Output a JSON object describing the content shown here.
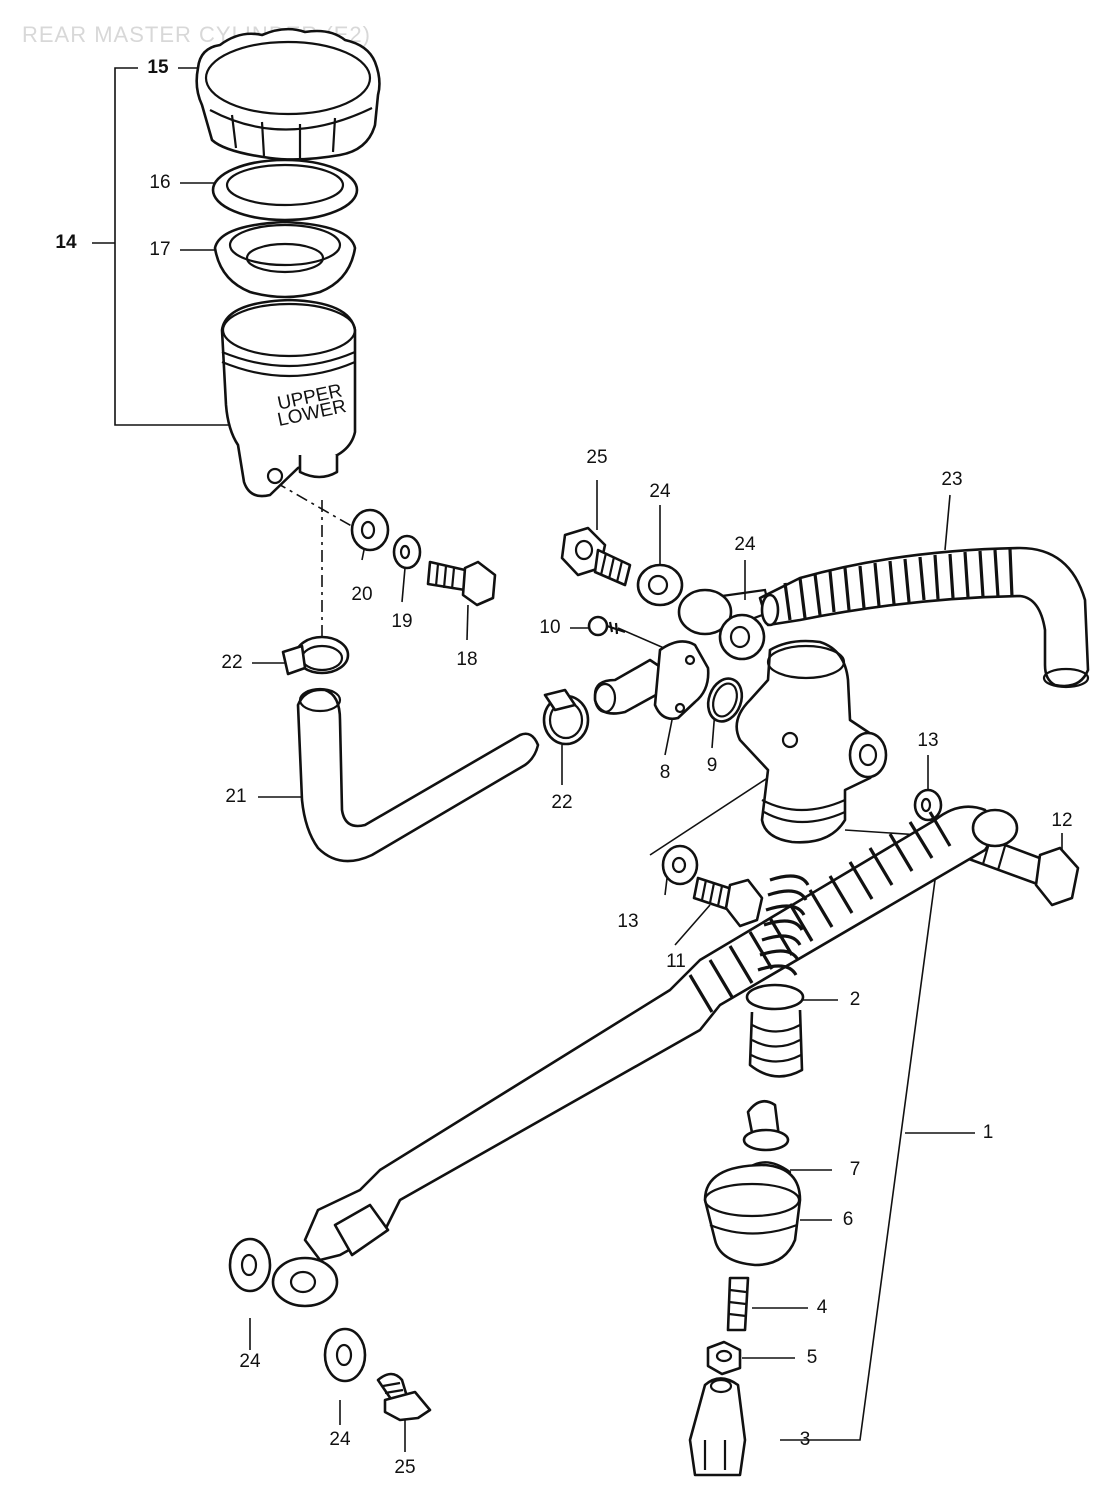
{
  "title": "REAR MASTER CYLINDER (E2)",
  "callouts": {
    "c1": "1",
    "c2": "2",
    "c3": "3",
    "c4": "4",
    "c5": "5",
    "c6": "6",
    "c7": "7",
    "c8": "8",
    "c9": "9",
    "c10": "10",
    "c11": "11",
    "c12": "12",
    "c13a": "13",
    "c13b": "13",
    "c14": "14",
    "c15": "15",
    "c16": "16",
    "c17": "17",
    "c18": "18",
    "c19": "19",
    "c20": "20",
    "c21": "21",
    "c22a": "22",
    "c22b": "22",
    "c23": "23",
    "c24a": "24",
    "c24b": "24",
    "c24c": "24",
    "c24d": "24",
    "c25a": "25",
    "c25b": "25"
  },
  "reservoir_text": [
    "UPPER",
    "LOWER"
  ]
}
